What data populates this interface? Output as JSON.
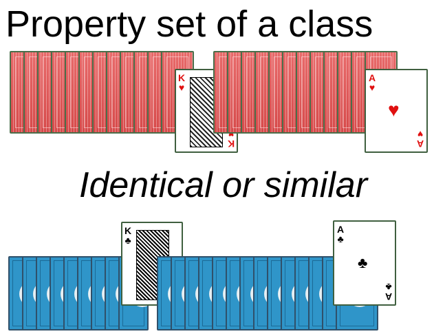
{
  "title": "Property set of a class",
  "subtitle": "Identical or similar",
  "rows": [
    {
      "back_color": "#e05a5a",
      "face_cards": [
        {
          "rank": "K",
          "suit": "♥",
          "suit_name": "hearts",
          "color": "#e01010"
        },
        {
          "rank": "A",
          "suit": "♥",
          "suit_name": "hearts",
          "color": "#e01010"
        }
      ]
    },
    {
      "back_color": "#2f95c9",
      "face_cards": [
        {
          "rank": "K",
          "suit": "♣",
          "suit_name": "clubs",
          "color": "#000000"
        },
        {
          "rank": "A",
          "suit": "♣",
          "suit_name": "clubs",
          "color": "#000000"
        }
      ]
    }
  ]
}
